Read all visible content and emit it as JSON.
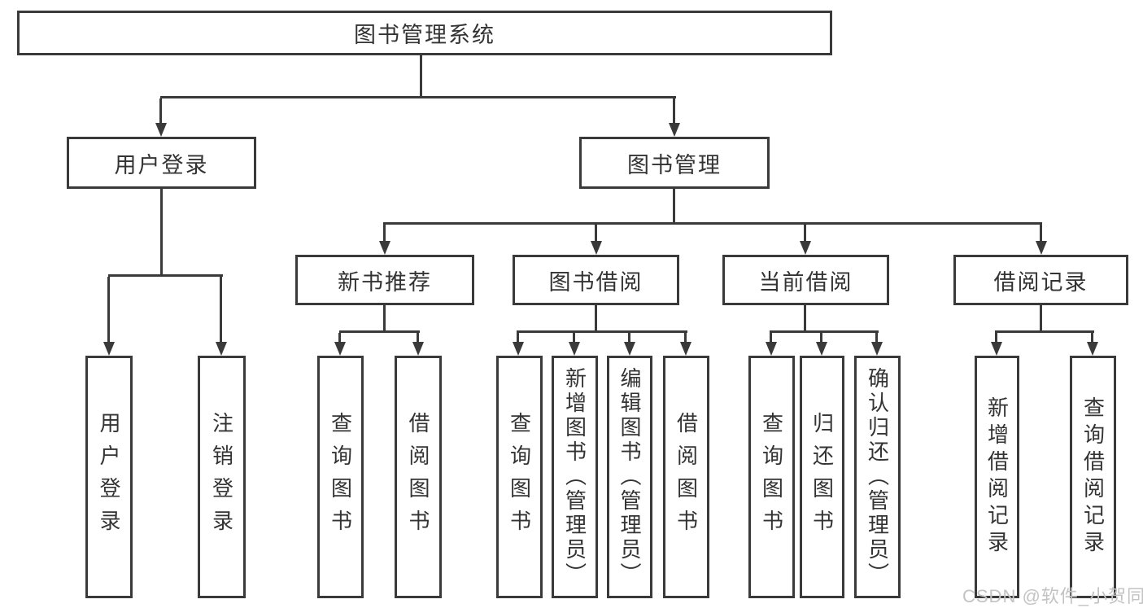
{
  "diagram": {
    "root": {
      "label": "图书管理系统"
    },
    "level2": [
      {
        "label": "用户登录"
      },
      {
        "label": "图书管理"
      }
    ],
    "level3": [
      {
        "label": "新书推荐"
      },
      {
        "label": "图书借阅"
      },
      {
        "label": "当前借阅"
      },
      {
        "label": "借阅记录"
      }
    ],
    "leaves": [
      {
        "label": "用户登录"
      },
      {
        "label": "注销登录"
      },
      {
        "label": "查询图书"
      },
      {
        "label": "借阅图书"
      },
      {
        "label": "查询图书"
      },
      {
        "label": "新增图书（管理员）"
      },
      {
        "label": "编辑图书（管理员）"
      },
      {
        "label": "借阅图书"
      },
      {
        "label": "查询图书"
      },
      {
        "label": "归还图书"
      },
      {
        "label": "确认归还（管理员）"
      },
      {
        "label": "新增借阅记录"
      },
      {
        "label": "查询借阅记录"
      }
    ],
    "watermark": "CSDN @软件_小贺同学",
    "colors": {
      "line": "#3a3a3a",
      "text": "#333333",
      "watermark": "#c3c3c3",
      "background": "#ffffff"
    }
  }
}
